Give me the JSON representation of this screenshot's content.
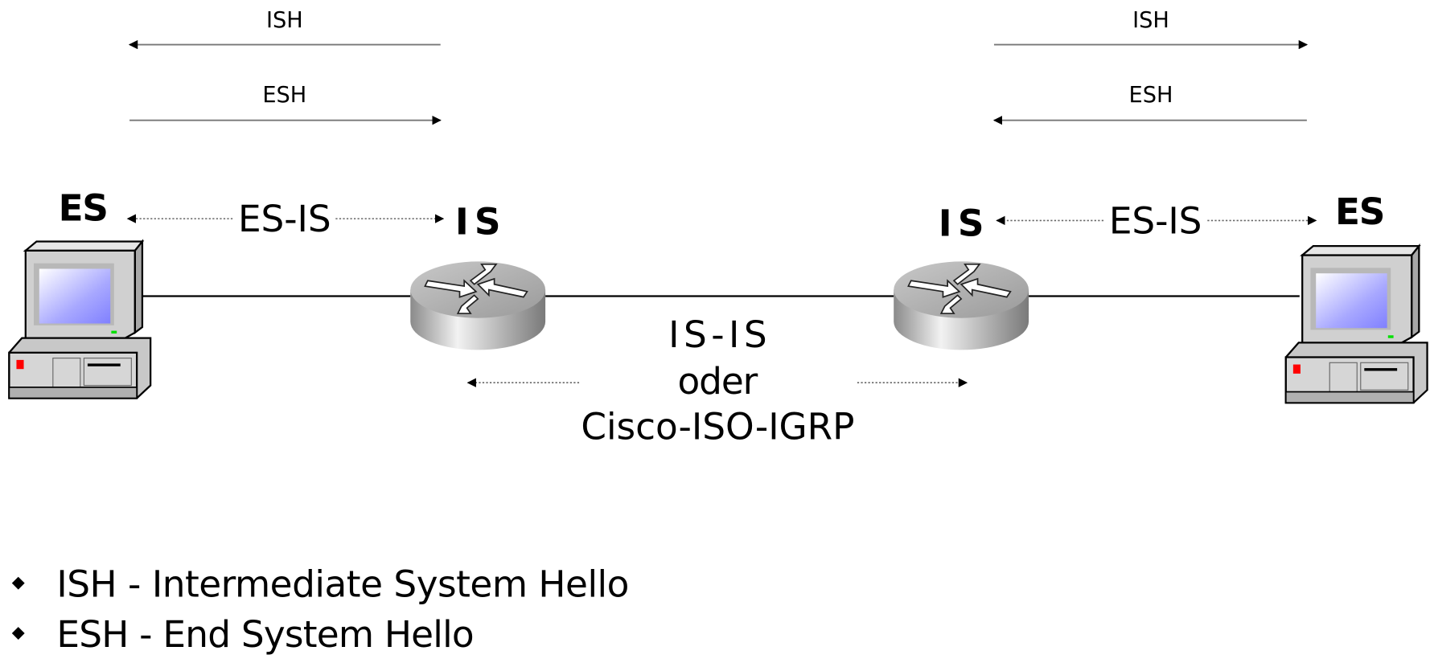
{
  "top_left": {
    "ish_label": "ISH",
    "esh_label": "ESH"
  },
  "top_right": {
    "ish_label": "ISH",
    "esh_label": "ESH"
  },
  "left_es_label": "ES",
  "left_is_label": "IS",
  "right_is_label": "IS",
  "right_es_label": "ES",
  "left_protocol_label": "ES-IS",
  "right_protocol_label": "ES-IS",
  "core_protocol": {
    "line1": "IS-IS",
    "line2": "oder",
    "line3": "Cisco-ISO-IGRP"
  },
  "legend": [
    {
      "text": "ISH - Intermediate System Hello"
    },
    {
      "text": "ESH - End System Hello"
    }
  ],
  "colors": {
    "screen": "#8c8cff",
    "device_gray": "#c8c8c8",
    "led_red": "#ff0000",
    "led_green": "#00e000"
  }
}
